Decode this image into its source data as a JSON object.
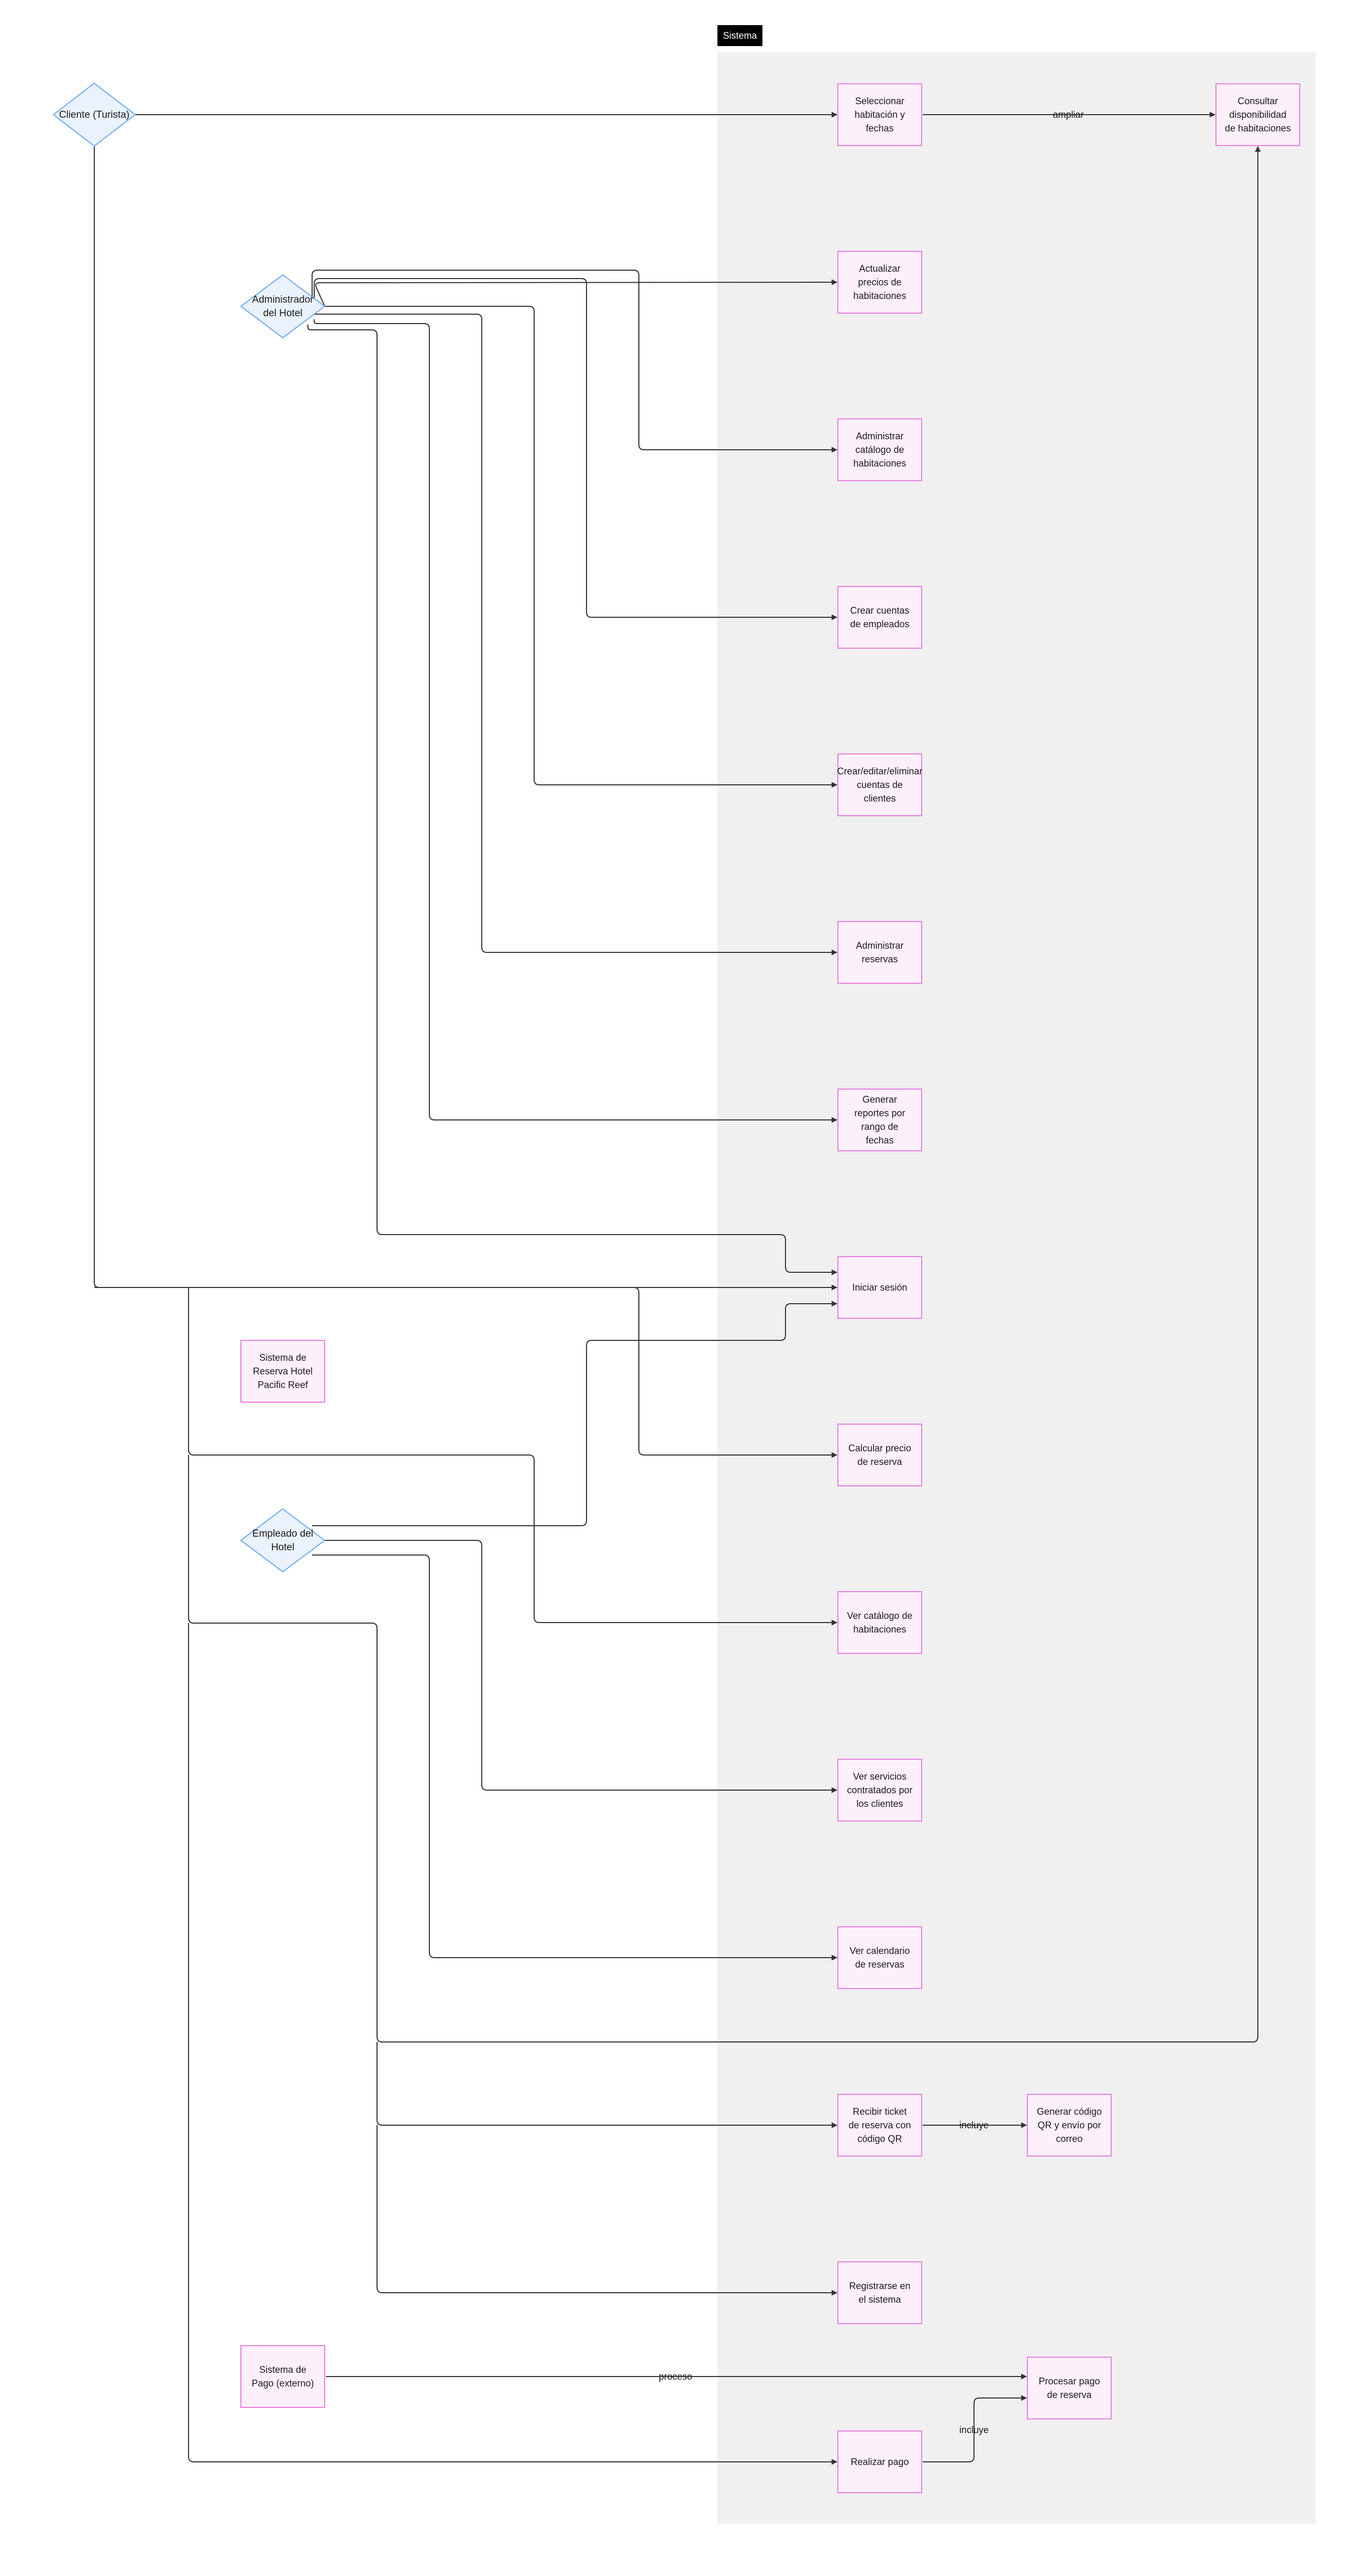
{
  "system": {
    "label": "Sistema"
  },
  "colors": {
    "system_bg": "#f1f0f1",
    "usecase_fill": "#fdf0fb",
    "usecase_stroke": "#e87ee0",
    "actor_fill": "#e9f2fd",
    "actor_stroke": "#6aa9f0",
    "edge": "#333333"
  },
  "actors": [
    {
      "id": "cliente",
      "label": [
        "Cliente (Turista)"
      ]
    },
    {
      "id": "admin",
      "label": [
        "Administrador",
        "del Hotel"
      ]
    },
    {
      "id": "empleado",
      "label": [
        "Empleado del",
        "Hotel"
      ]
    }
  ],
  "external_systems": [
    {
      "id": "sis_reserva",
      "label": [
        "Sistema de",
        "Reserva Hotel",
        "Pacific Reef"
      ]
    },
    {
      "id": "sis_pago",
      "label": [
        "Sistema de",
        "Pago (externo)"
      ]
    }
  ],
  "use_cases": [
    {
      "id": "seleccionar",
      "label": [
        "Seleccionar",
        "habitación y",
        "fechas"
      ]
    },
    {
      "id": "consultar",
      "label": [
        "Consultar",
        "disponibilidad",
        "de habitaciones"
      ]
    },
    {
      "id": "actualizar",
      "label": [
        "Actualizar",
        "precios de",
        "habitaciones"
      ]
    },
    {
      "id": "adm_catalogo",
      "label": [
        "Administrar",
        "catálogo de",
        "habitaciones"
      ]
    },
    {
      "id": "crear_cuentas",
      "label": [
        "Crear cuentas",
        "de empleados"
      ]
    },
    {
      "id": "crud_clientes",
      "label": [
        "Crear/editar/eliminar",
        "cuentas de",
        "clientes"
      ]
    },
    {
      "id": "adm_reservas",
      "label": [
        "Administrar",
        "reservas"
      ]
    },
    {
      "id": "reportes",
      "label": [
        "Generar",
        "reportes por",
        "rango de",
        "fechas"
      ]
    },
    {
      "id": "sesion",
      "label": [
        "Iniciar sesión"
      ]
    },
    {
      "id": "calcular",
      "label": [
        "Calcular precio",
        "de reserva"
      ]
    },
    {
      "id": "ver_catalogo",
      "label": [
        "Ver catálogo de",
        "habitaciones"
      ]
    },
    {
      "id": "ver_servicios",
      "label": [
        "Ver servicios",
        "contratados por",
        "los clientes"
      ]
    },
    {
      "id": "calendario",
      "label": [
        "Ver calendario",
        "de reservas"
      ]
    },
    {
      "id": "ticket",
      "label": [
        "Recibir ticket",
        "de reserva con",
        "código QR"
      ]
    },
    {
      "id": "qr",
      "label": [
        "Generar código",
        "QR y envío por",
        "correo"
      ]
    },
    {
      "id": "registrarse",
      "label": [
        "Registrarse en",
        "el sistema"
      ]
    },
    {
      "id": "procesar",
      "label": [
        "Procesar pago",
        "de reserva"
      ]
    },
    {
      "id": "pago",
      "label": [
        "Realizar pago"
      ]
    }
  ],
  "relations": [
    {
      "id": "ampliar",
      "from": "seleccionar",
      "to": "consultar",
      "label": "ampliar"
    },
    {
      "id": "incluye_qr",
      "from": "ticket",
      "to": "qr",
      "label": "incluye"
    },
    {
      "id": "proceso",
      "from": "sis_pago",
      "to": "procesar",
      "label": "proceso"
    },
    {
      "id": "incluye_pago",
      "from": "pago",
      "to": "procesar",
      "label": "incluye"
    }
  ]
}
